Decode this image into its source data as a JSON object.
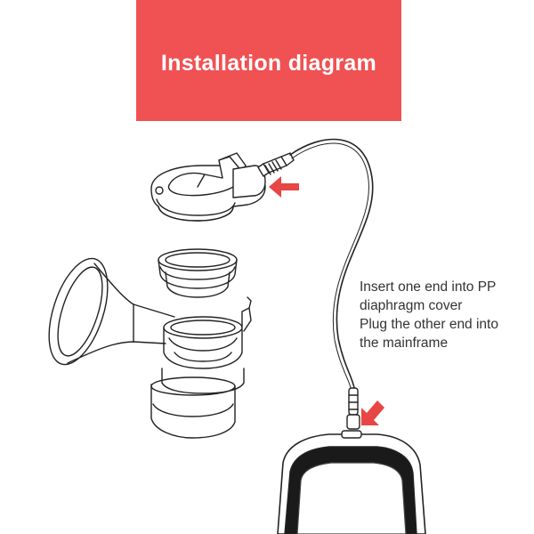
{
  "banner": {
    "title": "Installation diagram",
    "background_color": "#f05152",
    "text_color": "#ffffff"
  },
  "instructions": {
    "lines": [
      "Insert one end into PP",
      "diaphragm cover",
      "Plug the other end into",
      "the mainframe"
    ]
  },
  "diagram": {
    "parts": [
      "diaphragm-cover",
      "tube-connector",
      "diaphragm-ring",
      "breast-shield",
      "bottle-neck",
      "air-tube",
      "mainframe"
    ],
    "arrow_color": "#e84545",
    "line_color": "#222222"
  }
}
